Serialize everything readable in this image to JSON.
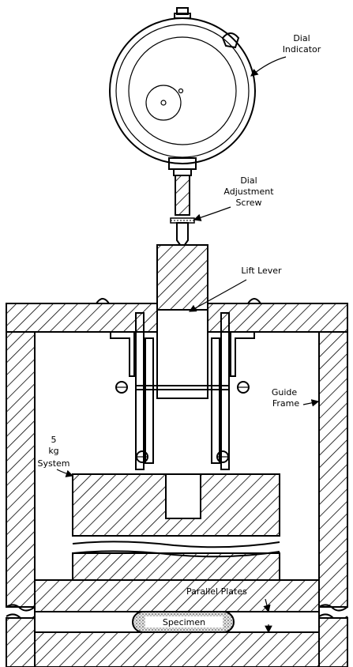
{
  "labels": {
    "dial_indicator_1": "Dial",
    "dial_indicator_2": "Indicator",
    "dial_adjust_1": "Dial",
    "dial_adjust_2": "Adjustment",
    "dial_adjust_3": "Screw",
    "lift_lever": "Lift Lever",
    "guide_frame_1": "Guide",
    "guide_frame_2": "Frame",
    "system_1": "5",
    "system_2": "kg",
    "system_3": "System",
    "parallel_plates": "Parallel Plates",
    "specimen": "Specimen"
  },
  "colors": {
    "ink": "#000000",
    "paper": "#ffffff",
    "specimen_fill": "#d0d0d0"
  }
}
